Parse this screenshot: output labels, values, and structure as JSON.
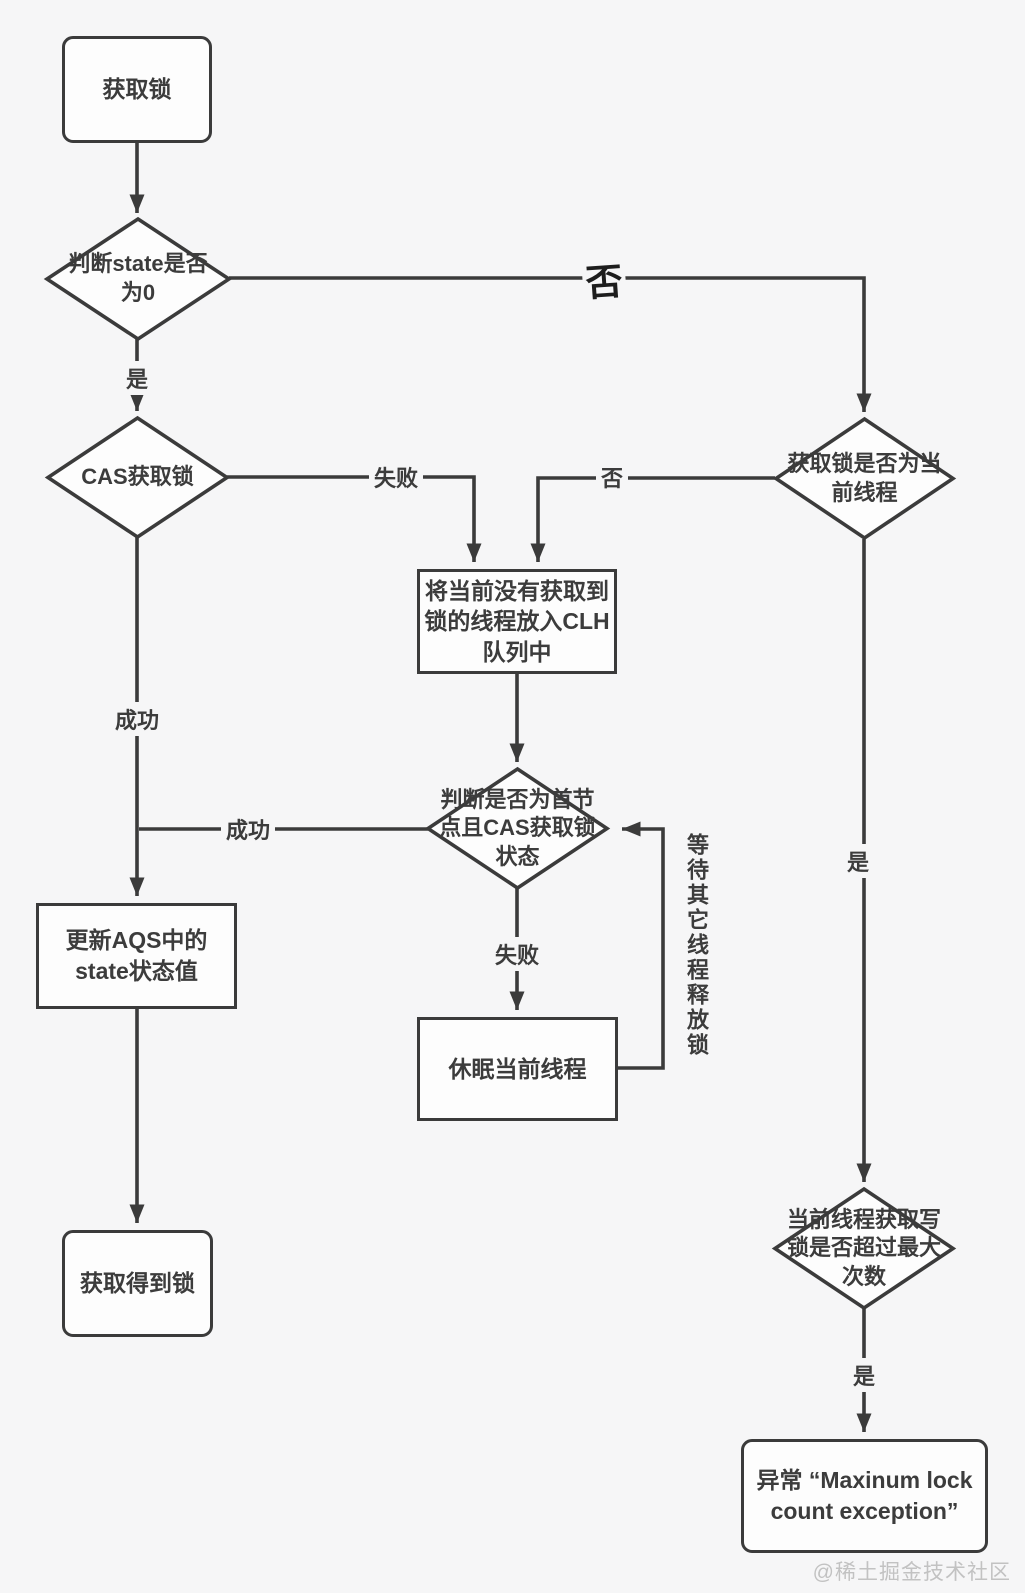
{
  "page": {
    "background": "#f6f6f7",
    "watermark": "@稀土掘金技术社区"
  },
  "colors": {
    "stroke": "#3b3b3b",
    "node_fill": "#fdfdfd",
    "text": "#3c3c3c",
    "watermark": "#c2c2c2"
  },
  "nodes": {
    "start": {
      "shape": "rounded-rect",
      "label": "获取锁"
    },
    "check_state": {
      "shape": "diamond",
      "label": "判断state是否\n为0"
    },
    "cas": {
      "shape": "diamond",
      "label": "CAS获取锁"
    },
    "enqueue_clh": {
      "shape": "rect",
      "label": "将当前没有获取到\n锁的线程放入CLH\n队列中"
    },
    "check_head_cas": {
      "shape": "diamond",
      "label": "判断是否为首节\n点且CAS获取锁\n状态"
    },
    "update_state": {
      "shape": "rect",
      "label": "更新AQS中的\nstate状态值"
    },
    "sleep_thread": {
      "shape": "rect",
      "label": "休眠当前线程"
    },
    "got_lock": {
      "shape": "rounded-rect",
      "label": "获取得到锁"
    },
    "is_current_thread": {
      "shape": "diamond",
      "label": "获取锁是否为当\n前线程"
    },
    "exceed_max": {
      "shape": "diamond",
      "label": "当前线程获取写\n锁是否超过最大\n次数"
    },
    "exception": {
      "shape": "rounded-rect",
      "label": "异常 “Maxinum lock\ncount exception”"
    }
  },
  "edge_labels": {
    "state_yes": "是",
    "state_no": "否",
    "cas_fail": "失败",
    "not_current": "否",
    "cas_success": "成功",
    "head_cas_success": "成功",
    "head_cas_fail": "失败",
    "wait_release": "等待其它线程释放锁",
    "is_current_yes": "是",
    "exceed_yes": "是"
  }
}
